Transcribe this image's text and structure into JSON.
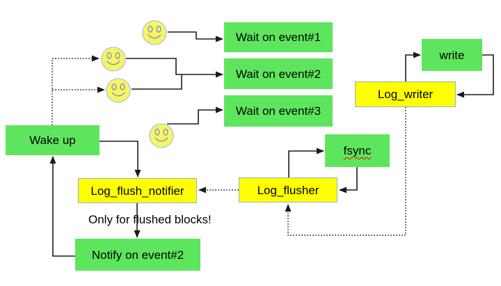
{
  "colors": {
    "green_box": "#5de65d",
    "yellow_box": "#ffff00",
    "yellow_box_border": "#92b1d0",
    "smiley_fill": "#f5f566",
    "smiley_border": "#a6c6e2",
    "smiley_eye_ring": "#99993d",
    "smiley_eye_fill": "#dce8f3",
    "smiley_mouth": "#8498c2",
    "ink": "#1a1a1a",
    "text": "#000000",
    "spellcheck": "#ff0000"
  },
  "nodes": {
    "wait1": {
      "label": "Wait on event#1",
      "type": "green"
    },
    "wait2": {
      "label": "Wait on event#2",
      "type": "green"
    },
    "wait3": {
      "label": "Wait on event#3",
      "type": "green"
    },
    "write": {
      "label": "write",
      "type": "green"
    },
    "log_writer": {
      "label": "Log_writer",
      "type": "yellow"
    },
    "fsync": {
      "label": "fsync",
      "type": "green",
      "spellcheck_underline": true
    },
    "log_flusher": {
      "label": "Log_flusher",
      "type": "yellow"
    },
    "log_flush_notifier": {
      "label": "Log_flush_notifier",
      "type": "yellow"
    },
    "wake_up": {
      "label": "Wake up",
      "type": "green"
    },
    "notify_event2": {
      "label": "Notify on event#2",
      "type": "green"
    }
  },
  "annotations": {
    "flushed_note": "Only for flushed blocks!"
  },
  "icons": {
    "smiley": "smiley-face-icon",
    "smiley_count": 4
  }
}
